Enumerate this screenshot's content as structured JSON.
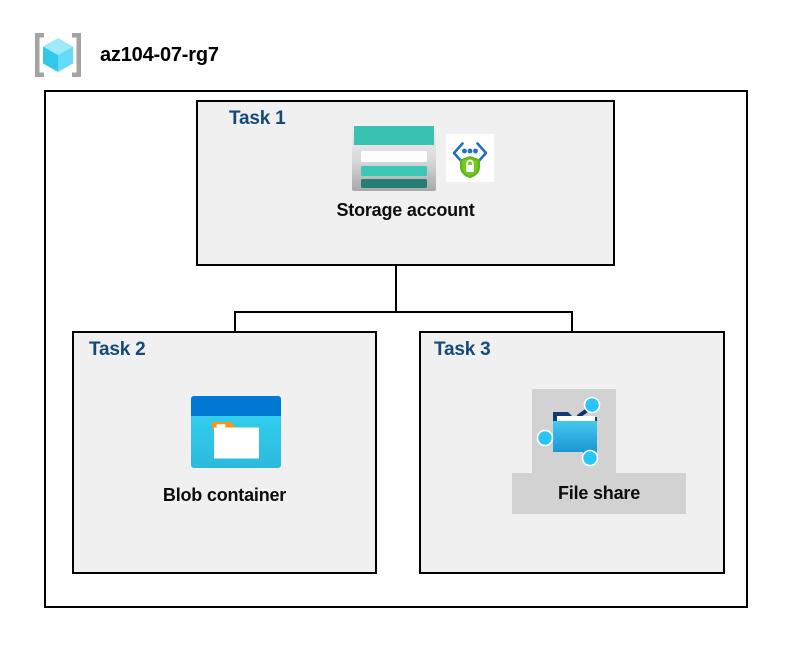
{
  "header": {
    "resource_group_name": "az104-07-rg7",
    "icon": "azure-resource-group-icon"
  },
  "diagram": {
    "type": "azure-architecture-diagram",
    "container_label": "az104-07-rg7",
    "colors": {
      "task_label": "#14497a",
      "task_box_fill": "#f0f0f0",
      "border": "#000000",
      "highlight": "#d2d2d2",
      "azure_blue": "#0078d4",
      "storage_teal": "#37c2b1",
      "storage_teal_dark": "#267d74",
      "blob_cyan": "#32d3f0",
      "folder_tab_orange": "#f7941e",
      "shield_green": "#5cb615",
      "cube_cyan": "#7fe3fa"
    },
    "tasks": [
      {
        "label": "Task 1",
        "node_caption": "Storage account",
        "icons": [
          "storage-account-icon",
          "secure-endpoint-icon"
        ],
        "highlighted": false
      },
      {
        "label": "Task 2",
        "node_caption": "Blob container",
        "icons": [
          "blob-container-icon"
        ],
        "highlighted": false
      },
      {
        "label": "Task 3",
        "node_caption": "File share",
        "icons": [
          "file-share-icon"
        ],
        "highlighted": true
      }
    ],
    "connections": [
      {
        "from": "Storage account",
        "to": "Blob container"
      },
      {
        "from": "Storage account",
        "to": "File share"
      }
    ]
  }
}
